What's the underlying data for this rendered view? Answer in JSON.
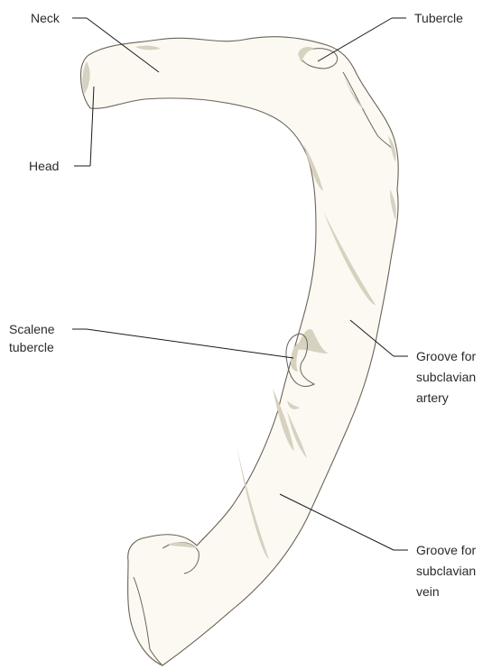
{
  "labels": {
    "neck": "Neck",
    "tubercle": "Tubercle",
    "head": "Head",
    "scalene_tubercle": [
      "Scalene",
      "tubercle"
    ],
    "groove_artery": [
      "Groove for",
      "subclavian",
      "artery"
    ],
    "groove_vein": [
      "Groove for",
      "subclavian",
      "vein"
    ]
  },
  "colors": {
    "bone_fill": "#fbf9f2",
    "bone_outline": "#6b6358",
    "bone_shading": "#d7d1c0",
    "label_text": "#2a2a2a",
    "leader_line": "#1a1a1a"
  }
}
